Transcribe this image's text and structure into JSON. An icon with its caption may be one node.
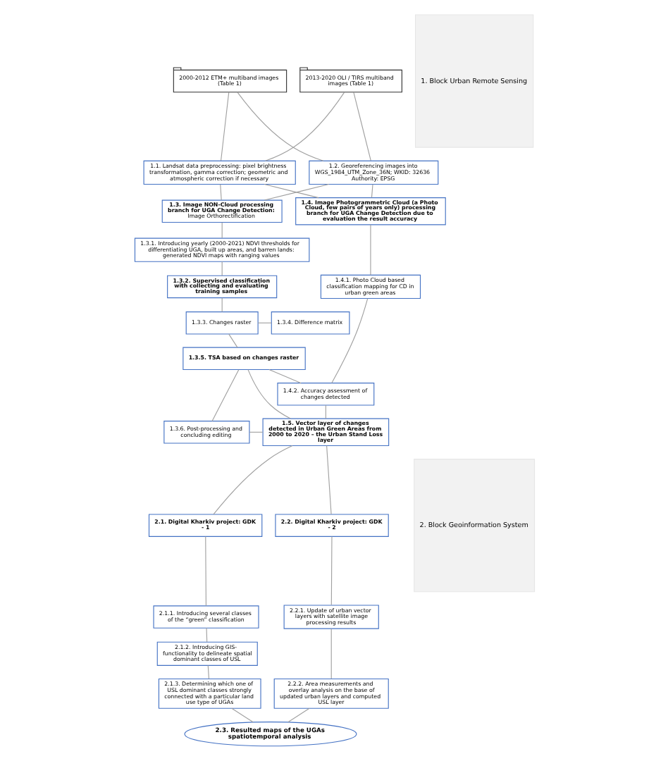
{
  "diagram": {
    "nodes": [
      {
        "text": [
          "2000-2012 ETM+ multiband images (Table 1)"
        ]
      },
      {
        "text": [
          "2013-2020 OLI / TIRS multiband images (Table 1)"
        ]
      },
      {
        "text": [
          "1.1. Landsat data preprocessing: pixel brightness transformation, gamma correction; geometric and atmospheric correction if necessary"
        ]
      },
      {
        "text": [
          "1.2. Georeferencing images into WGS_1984_UTM_Zone_36N; WKID: 32636 Authority: EPSG"
        ]
      },
      {
        "text": [
          "1.3. Image NON-Cloud processing branch for UGA Change Detection:",
          "Image Orthorectification"
        ]
      },
      {
        "text": [
          "1.4. Image Photogrammetric Cloud (a Photo Cloud, few pairs of years only) processing branch for UGA Change Detection due to evaluation the result accuracy"
        ]
      },
      {
        "text": [
          "1.3.1. Introducing yearly (2000-2021) NDVI thresholds for differentiating UGA, built up areas, and barren lands: generated NDVI maps with ranging values"
        ]
      },
      {
        "text": [
          "1.4.1. Photo Cloud based classification mapping for CD in urban green areas"
        ]
      },
      {
        "text": [
          "1.3.2. Supervised classification with collecting and evaluating training samples"
        ]
      },
      {
        "text": [
          "1.3.4. Difference matrix"
        ]
      },
      {
        "text": [
          "1.3.3. Changes raster"
        ]
      },
      {
        "text": [
          "1.4.2. Accuracy assessment of changes detected"
        ]
      },
      {
        "text": [
          "1.3.5. TSA based on changes raster"
        ]
      },
      {
        "text": [
          "1.3.6. Post-processing and concluding editing"
        ]
      },
      {
        "text": [
          "1.5. Vector layer of changes detected in Urban Green Areas from 2000 to 2020 – the Urban Stand Loss layer"
        ]
      },
      {
        "text": [
          "2.1. Digital Kharkiv project: GDK - 1"
        ]
      },
      {
        "text": [
          "2.2. Digital Kharkiv project: GDK - 2"
        ]
      },
      {
        "text": [
          "2.1.1. Introducing several classes of the “green” classification"
        ]
      },
      {
        "text": [
          "2.1.2. Introducing GIS-functionality to delineate spatial dominant classes of USL"
        ]
      },
      {
        "text": [
          "2.1.3. Determining which one of USL dominant classes strongly connected with a particular land use type of UGAs"
        ]
      },
      {
        "text": [
          "2.2.1. Update of urban vector layers with satellite image processing results"
        ]
      },
      {
        "text": [
          "2.2.2. Area measurements and overlay analysis on the base of updated urban layers and computed USL layer"
        ]
      },
      {
        "text": [
          "2.3. Resulted maps of the UGAs spatiotemporal analysis"
        ]
      },
      {
        "text": [
          "1. Block Urban Remote Sensing"
        ]
      },
      {
        "text": [
          "2. Block Geoinformation System"
        ]
      }
    ],
    "edges": [
      {
        "from": 0,
        "to": 2,
        "arrow": "none"
      },
      {
        "from": 0,
        "to": 3,
        "arrow": "none"
      },
      {
        "from": 1,
        "to": 2,
        "arrow": "none"
      },
      {
        "from": 1,
        "to": 3,
        "arrow": "none"
      },
      {
        "from": 2,
        "to": 4,
        "arrow": "none"
      },
      {
        "from": 2,
        "to": 5,
        "arrow": "none"
      },
      {
        "from": 3,
        "to": 4,
        "arrow": "none"
      },
      {
        "from": 3,
        "to": 5,
        "arrow": "none"
      },
      {
        "from": 4,
        "to": 6,
        "arrow": "none"
      },
      {
        "from": 6,
        "to": 8,
        "arrow": "none"
      },
      {
        "from": 8,
        "to": 10,
        "arrow": "none"
      },
      {
        "from": 9,
        "to": 10,
        "arrow": "none"
      },
      {
        "from": 10,
        "to": 12,
        "arrow": "none"
      },
      {
        "from": 5,
        "to": 7,
        "arrow": "none"
      },
      {
        "from": 7,
        "to": 11,
        "arrow": "none"
      },
      {
        "from": 12,
        "to": 11,
        "arrow": "none"
      },
      {
        "from": 12,
        "to": 14,
        "arrow": "none"
      },
      {
        "from": 11,
        "to": 14,
        "arrow": "none"
      },
      {
        "from": 12,
        "to": 13,
        "arrow": "none"
      },
      {
        "from": 13,
        "to": 14,
        "arrow": "none"
      },
      {
        "from": 14,
        "to": 15,
        "arrow": "none"
      },
      {
        "from": 14,
        "to": 16,
        "arrow": "none"
      },
      {
        "from": 15,
        "to": 17,
        "arrow": "none"
      },
      {
        "from": 17,
        "to": 18,
        "arrow": "none"
      },
      {
        "from": 18,
        "to": 19,
        "arrow": "none"
      },
      {
        "from": 19,
        "to": 22,
        "arrow": "none"
      },
      {
        "from": 16,
        "to": 20,
        "arrow": "none"
      },
      {
        "from": 20,
        "to": 21,
        "arrow": "none"
      },
      {
        "from": 21,
        "to": 22,
        "arrow": "none"
      }
    ]
  }
}
